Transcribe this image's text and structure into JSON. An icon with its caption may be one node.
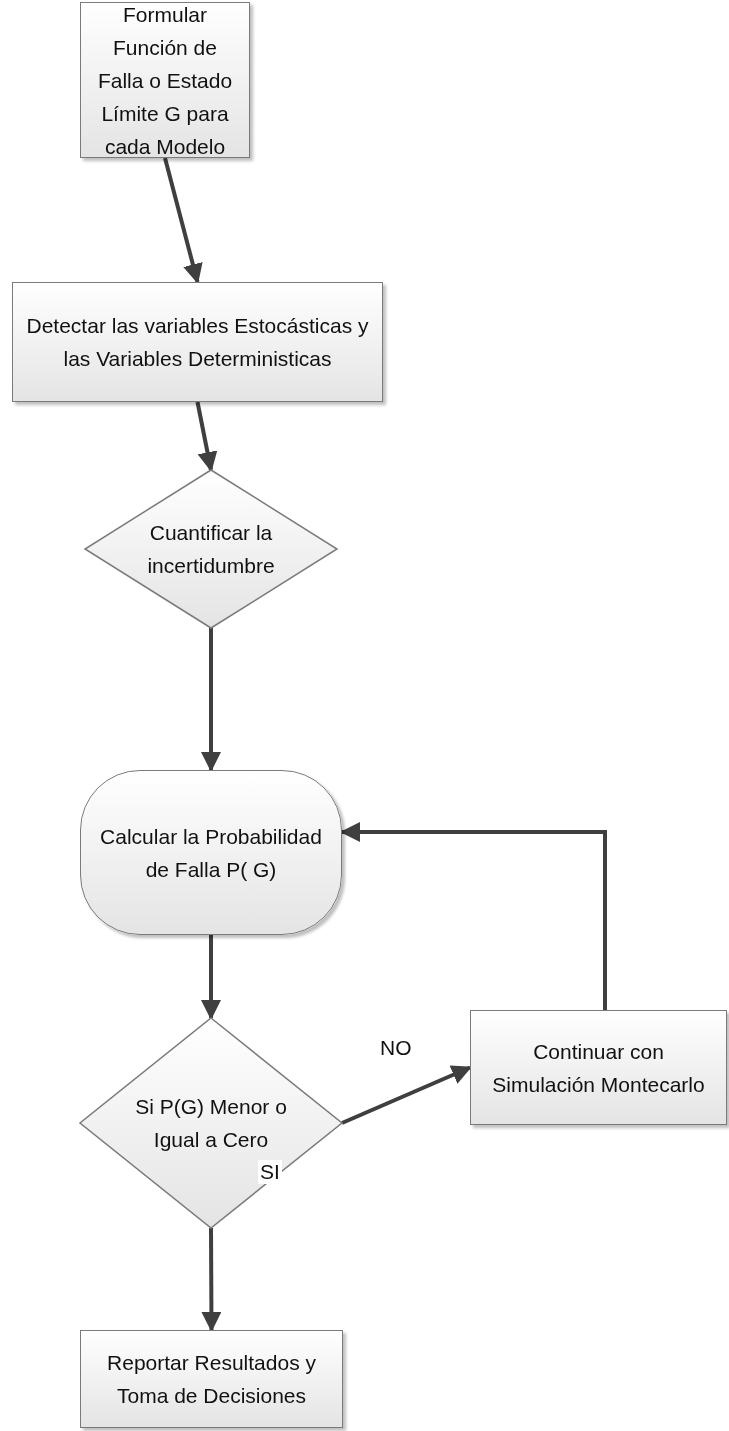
{
  "diagram": {
    "nodes": [
      {
        "text": [
          "Formular Función de Falla o Estado Límite G para cada Modelo"
        ]
      },
      {
        "text": [
          "Detectar las variables Estocásticas y las Variables Deterministicas"
        ]
      },
      {
        "text": [
          "Cuantificar la incertidumbre"
        ]
      },
      {
        "text": [
          "Calcular la Probabilidad de Falla P( G)"
        ]
      },
      {
        "text": [
          "Si P(G) Menor o Igual a Cero"
        ]
      },
      {
        "text": [
          "Continuar con Simulación Montecarlo"
        ]
      },
      {
        "text": [
          "Reportar Resultados y Toma de Decisiones"
        ]
      }
    ],
    "edges": [
      {
        "from": 0,
        "to": 1,
        "arrow": "to"
      },
      {
        "from": 1,
        "to": 2,
        "arrow": "to"
      },
      {
        "from": 2,
        "to": 3,
        "arrow": "to"
      },
      {
        "from": 3,
        "to": 4,
        "arrow": "to"
      },
      {
        "from": 4,
        "to": 5,
        "arrow": "to",
        "label": "NO"
      },
      {
        "from": 5,
        "to": 3,
        "arrow": "to"
      },
      {
        "from": 4,
        "to": 6,
        "arrow": "to",
        "label": "SI"
      }
    ]
  }
}
